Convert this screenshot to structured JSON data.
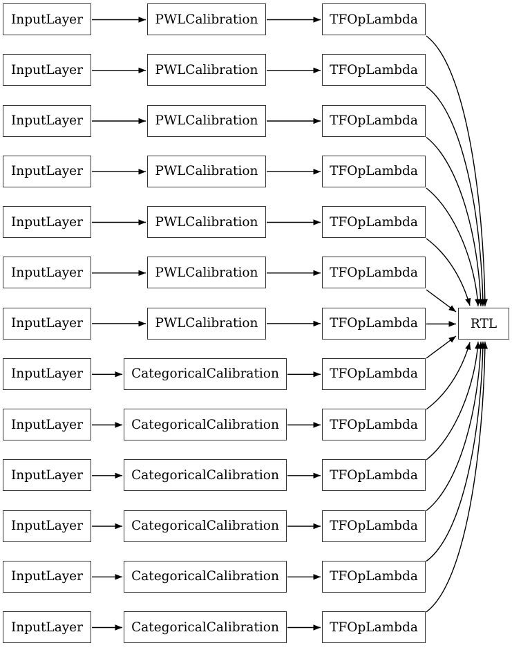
{
  "diagram": {
    "output_node": "RTL",
    "rows": [
      {
        "input": "InputLayer",
        "calibration": "PWLCalibration",
        "lambda": "TFOpLambda"
      },
      {
        "input": "InputLayer",
        "calibration": "PWLCalibration",
        "lambda": "TFOpLambda"
      },
      {
        "input": "InputLayer",
        "calibration": "PWLCalibration",
        "lambda": "TFOpLambda"
      },
      {
        "input": "InputLayer",
        "calibration": "PWLCalibration",
        "lambda": "TFOpLambda"
      },
      {
        "input": "InputLayer",
        "calibration": "PWLCalibration",
        "lambda": "TFOpLambda"
      },
      {
        "input": "InputLayer",
        "calibration": "PWLCalibration",
        "lambda": "TFOpLambda"
      },
      {
        "input": "InputLayer",
        "calibration": "PWLCalibration",
        "lambda": "TFOpLambda"
      },
      {
        "input": "InputLayer",
        "calibration": "CategoricalCalibration",
        "lambda": "TFOpLambda"
      },
      {
        "input": "InputLayer",
        "calibration": "CategoricalCalibration",
        "lambda": "TFOpLambda"
      },
      {
        "input": "InputLayer",
        "calibration": "CategoricalCalibration",
        "lambda": "TFOpLambda"
      },
      {
        "input": "InputLayer",
        "calibration": "CategoricalCalibration",
        "lambda": "TFOpLambda"
      },
      {
        "input": "InputLayer",
        "calibration": "CategoricalCalibration",
        "lambda": "TFOpLambda"
      },
      {
        "input": "InputLayer",
        "calibration": "CategoricalCalibration",
        "lambda": "TFOpLambda"
      }
    ],
    "colors": {
      "background": "#ffffff",
      "node_border": "#343434",
      "edge": "#000000",
      "text": "#000000"
    }
  }
}
